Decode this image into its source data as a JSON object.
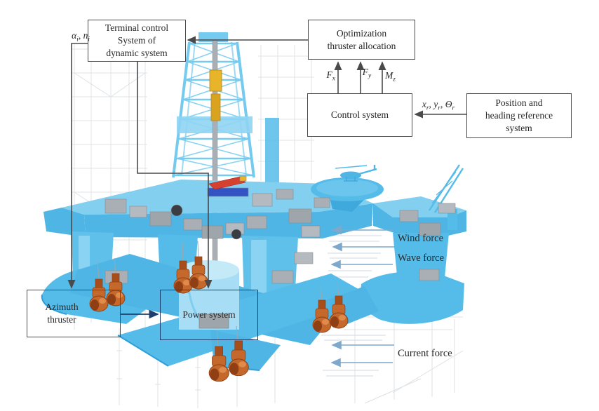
{
  "figure": {
    "boxes": {
      "terminal_control": {
        "lines": [
          "Terminal control",
          "System of",
          "dynamic system"
        ]
      },
      "optimization_allocation": {
        "lines": [
          "Optimization",
          "thruster allocation"
        ]
      },
      "control_system": {
        "lines": [
          "Control system"
        ]
      },
      "position_reference": {
        "lines": [
          "Position and",
          "heading reference",
          "system"
        ]
      },
      "azimuth_thruster": {
        "lines": [
          "Azimuth",
          "thruster"
        ]
      },
      "power_system": {
        "lines": [
          "Power system"
        ]
      }
    },
    "signal_labels": {
      "alpha_n": [
        {
          "t": "α",
          "s": "i"
        },
        {
          "t": ", n",
          "s": "i"
        }
      ],
      "fx": [
        {
          "t": "F",
          "s": "x"
        }
      ],
      "fy": [
        {
          "t": "F",
          "s": "y"
        }
      ],
      "mz": [
        {
          "t": "M",
          "s": "z"
        }
      ],
      "reference": [
        {
          "t": "x",
          "s": "r"
        },
        {
          "t": ", y",
          "s": "r"
        },
        {
          "t": ", Θ",
          "s": "r"
        }
      ]
    },
    "force_labels": {
      "wind": "Wind force",
      "wave": "Wave force",
      "current": "Current force"
    },
    "colors": {
      "rig_blue": "#55BCE9",
      "thruster_orange": "#C4682B",
      "force_arrow_blue": "#7FA9CC",
      "connector_dark": "#4A4A4A",
      "power_accent_navy": "#1D3F6E"
    }
  }
}
